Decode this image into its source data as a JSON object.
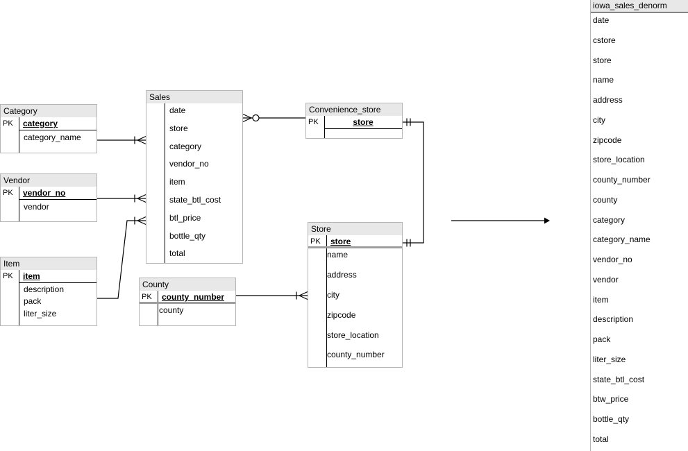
{
  "diagram_tables": [
    {
      "id": "category",
      "title": "Category",
      "pk_label": "PK",
      "pk_fields": [
        "category"
      ],
      "fields": [
        "category_name"
      ]
    },
    {
      "id": "vendor",
      "title": "Vendor",
      "pk_label": "PK",
      "pk_fields": [
        "vendor_no"
      ],
      "fields": [
        "vendor"
      ]
    },
    {
      "id": "item",
      "title": "Item",
      "pk_label": "PK",
      "pk_fields": [
        "item"
      ],
      "fields": [
        "description",
        "pack",
        "liter_size"
      ]
    },
    {
      "id": "sales",
      "title": "Sales",
      "pk_label": "",
      "pk_fields": [],
      "fields": [
        "date",
        "store",
        "category",
        "vendor_no",
        "item",
        "state_btl_cost",
        "btl_price",
        "bottle_qty",
        "total"
      ]
    },
    {
      "id": "convenience_store",
      "title": "Convenience_store",
      "pk_label": "PK",
      "pk_fields": [
        "store"
      ],
      "fields": []
    },
    {
      "id": "store",
      "title": "Store",
      "pk_label": "PK",
      "pk_fields": [
        "store"
      ],
      "fields": [
        "name",
        "address",
        "city",
        "zipcode",
        "store_location",
        "county_number"
      ]
    },
    {
      "id": "county",
      "title": "County",
      "pk_label": "PK",
      "pk_fields": [
        "county_number"
      ],
      "fields": [
        "county"
      ]
    }
  ],
  "denorm_table": {
    "title": "iowa_sales_denorm",
    "fields": [
      "date",
      "cstore",
      "store",
      "name",
      "address",
      "city",
      "zipcode",
      "store_location",
      "county_number",
      "county",
      "category",
      "category_name",
      "vendor_no",
      "vendor",
      "item",
      "description",
      "pack",
      "liter_size",
      "state_btl_cost",
      "btw_price",
      "bottle_qty",
      "total"
    ]
  },
  "relationships": [
    {
      "from": "Category",
      "to": "Sales",
      "end_marker": "one-many-crowfoot"
    },
    {
      "from": "Vendor",
      "to": "Sales",
      "end_marker": "one-many-crowfoot"
    },
    {
      "from": "Item",
      "to": "Sales",
      "end_marker": "one-many-crowfoot"
    },
    {
      "from": "Sales",
      "to": "Convenience_store",
      "end_marker": "zero-many-crowfoot-circle"
    },
    {
      "from": "Convenience_store",
      "to": "Store",
      "end_marker": "one-one-double-tick"
    },
    {
      "from": "County",
      "to": "Store",
      "end_marker": "one-many-crowfoot"
    },
    {
      "from": "diagram",
      "to": "iowa_sales_denorm",
      "end_marker": "arrow"
    }
  ],
  "colors": {
    "table_header_bg": "#e8e8e8",
    "table_border": "#b5b5b5",
    "pk_line": "#000000",
    "thick_pk_line": "#9e9e9e",
    "connector": "#000000"
  }
}
